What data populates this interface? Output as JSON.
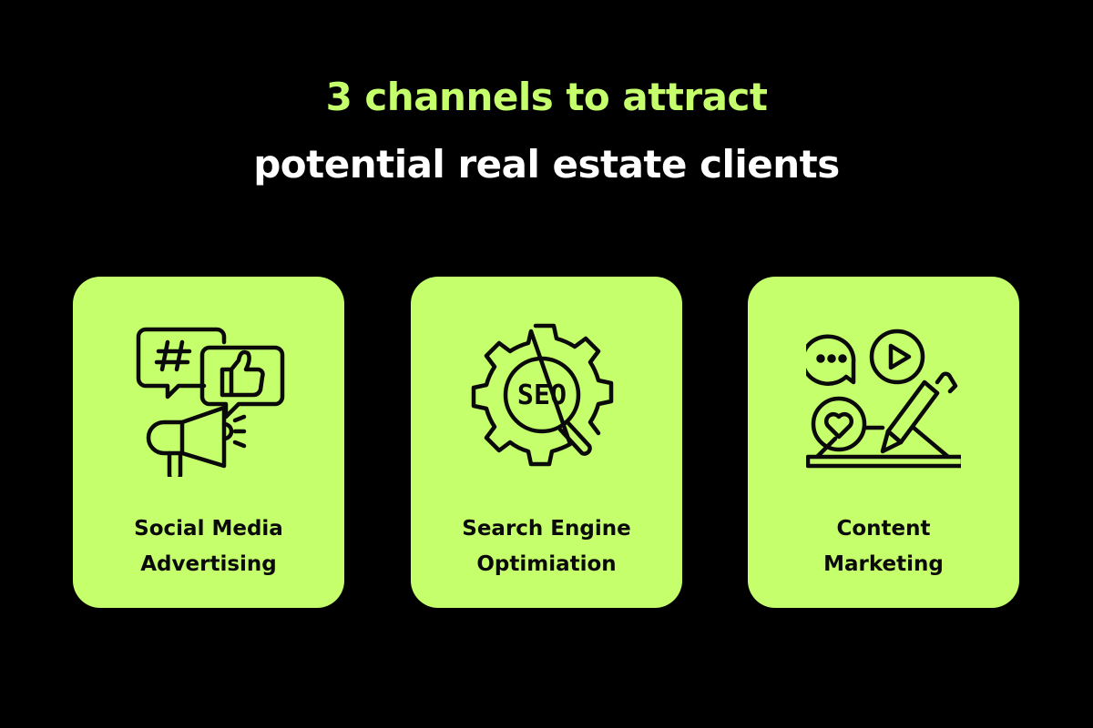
{
  "header": {
    "line1": "3 channels to attract",
    "line2": "potential real estate clients"
  },
  "colors": {
    "background": "#000000",
    "accent": "#C5FF6B",
    "title_line2": "#FFFFFF",
    "card_text": "#0A0A0A"
  },
  "cards": [
    {
      "icon": "social-media-megaphone-icon",
      "line1": "Social Media",
      "line2": "Advertising"
    },
    {
      "icon": "seo-gear-magnifier-icon",
      "line1": "Search Engine",
      "line2": "Optimiation"
    },
    {
      "icon": "content-marketing-pencil-icon",
      "line1": "Content",
      "line2": "Marketing"
    }
  ]
}
